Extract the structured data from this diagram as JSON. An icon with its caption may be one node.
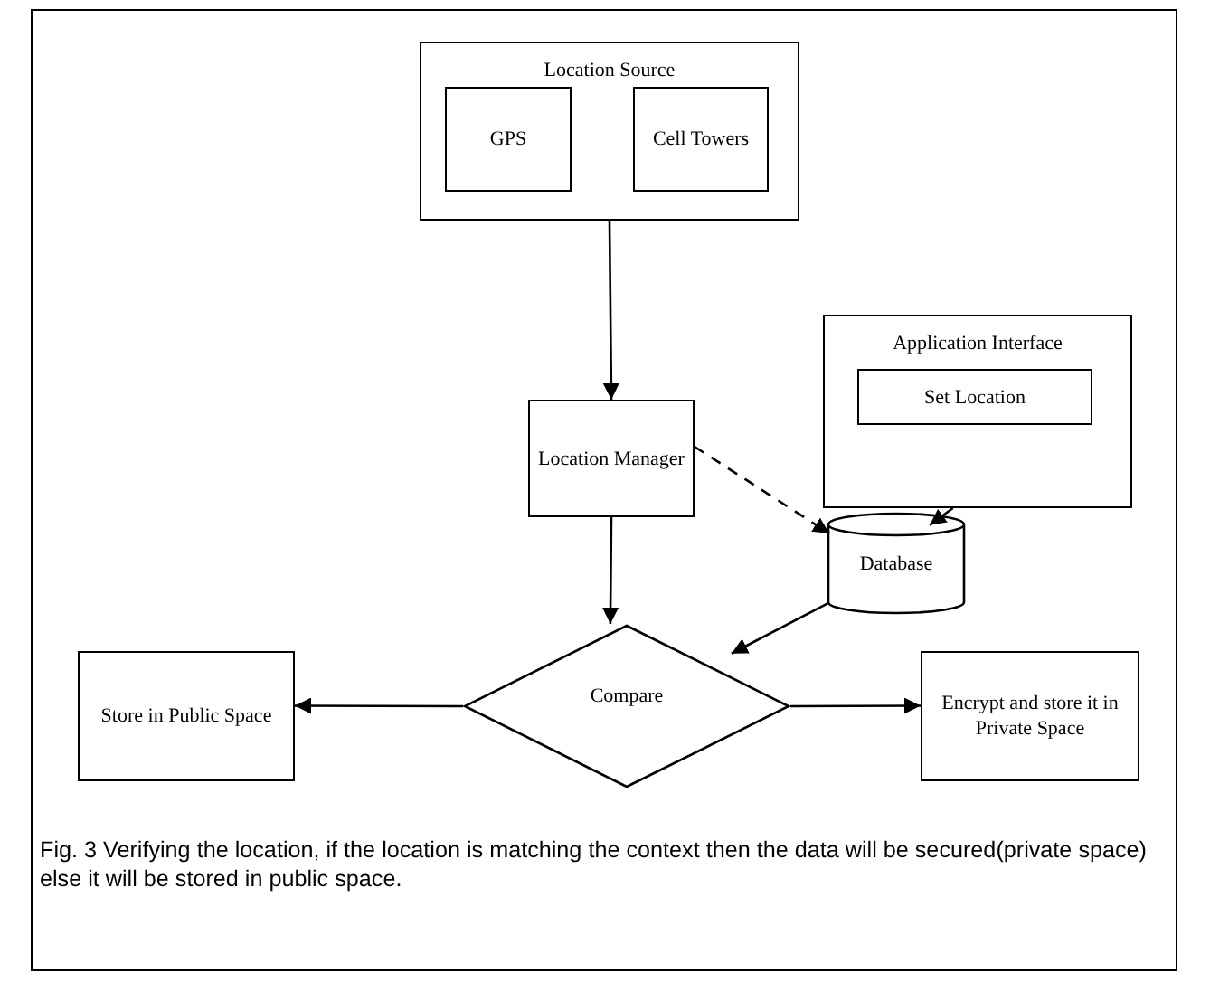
{
  "diagram": {
    "caption": "Fig. 3 Verifying the location, if the location is matching the context then the data will be secured(private space) else it will be stored in public space.",
    "nodes": [
      {
        "text": [
          "Location Source"
        ]
      },
      {
        "text": [
          "GPS"
        ],
        "in": 0
      },
      {
        "text": [
          "Cell Towers"
        ],
        "in": 0
      },
      {
        "text": [
          "Application Interface"
        ]
      },
      {
        "text": [
          "Set Location"
        ],
        "in": 3
      },
      {
        "text": [
          "Location Manager"
        ]
      },
      {
        "text": [
          "Database"
        ]
      },
      {
        "text": [
          "Compare"
        ]
      },
      {
        "text": [
          "Store in Public Space"
        ]
      },
      {
        "text": [
          "Encrypt and store it in Private Space"
        ]
      }
    ],
    "edges": [
      {
        "from": 0,
        "to": 5,
        "arrow": "to"
      },
      {
        "from": 5,
        "to": 6,
        "arrow": "to",
        "style": "dashed"
      },
      {
        "from": 3,
        "to": 6,
        "arrow": "to"
      },
      {
        "from": 5,
        "to": 7,
        "arrow": "to"
      },
      {
        "from": 6,
        "to": 7,
        "arrow": "to"
      },
      {
        "from": 7,
        "to": 8,
        "arrow": "to"
      },
      {
        "from": 7,
        "to": 9,
        "arrow": "to"
      }
    ]
  }
}
